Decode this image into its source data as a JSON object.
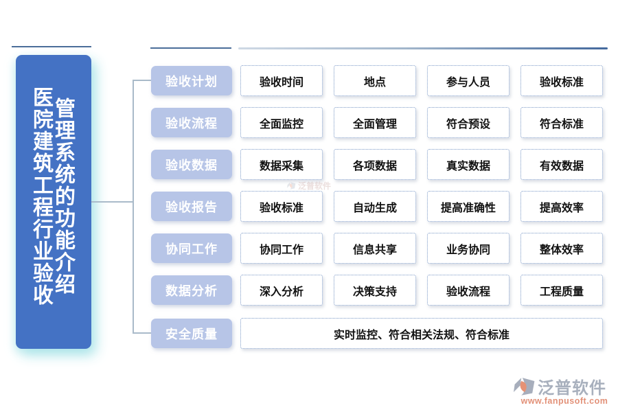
{
  "banner": {
    "title_line1": "医院建筑工程行业验收",
    "title_line2": "管理系统的功能介绍"
  },
  "rows": [
    {
      "label": "验收计划",
      "items": [
        "验收时间",
        "地点",
        "参与人员",
        "验收标准"
      ]
    },
    {
      "label": "验收流程",
      "items": [
        "全面监控",
        "全面管理",
        "符合预设",
        "符合标准"
      ]
    },
    {
      "label": "验收数据",
      "items": [
        "数据采集",
        "各项数据",
        "真实数据",
        "有效数据"
      ]
    },
    {
      "label": "验收报告",
      "items": [
        "验收标准",
        "自动生成",
        "提高准确性",
        "提高效率"
      ]
    },
    {
      "label": "协同工作",
      "items": [
        "协同工作",
        "信息共享",
        "业务协同",
        "整体效率"
      ]
    },
    {
      "label": "数据分析",
      "items": [
        "深入分析",
        "决策支持",
        "验收流程",
        "工程质量"
      ]
    },
    {
      "label": "安全质量",
      "items": [
        "实时监控、符合相关法规、符合标准"
      ],
      "wide": true
    }
  ],
  "watermark": {
    "text": "泛普软件"
  },
  "logo": {
    "name": "泛普软件",
    "url": "www.fanpusoft.com"
  },
  "icons": {
    "logo_icon": "fanpu-logo-icon",
    "watermark_icon": "fanpu-logo-icon"
  },
  "colors": {
    "banner_bg": "#4472c4",
    "banner_glow": "#aae4e8",
    "label_bg": "#b7c5e7",
    "item_border": "#7e9bc8",
    "item_text": "#111111",
    "connector": "#a9bac9",
    "top_line_dark": "#4a6d99",
    "top_line_gradient_start": "#cfd9e5",
    "logo_name": "#9aa3b2",
    "logo_url": "#de7e61",
    "logo_orange": "#e2805e",
    "logo_gray": "#98a1b1"
  }
}
